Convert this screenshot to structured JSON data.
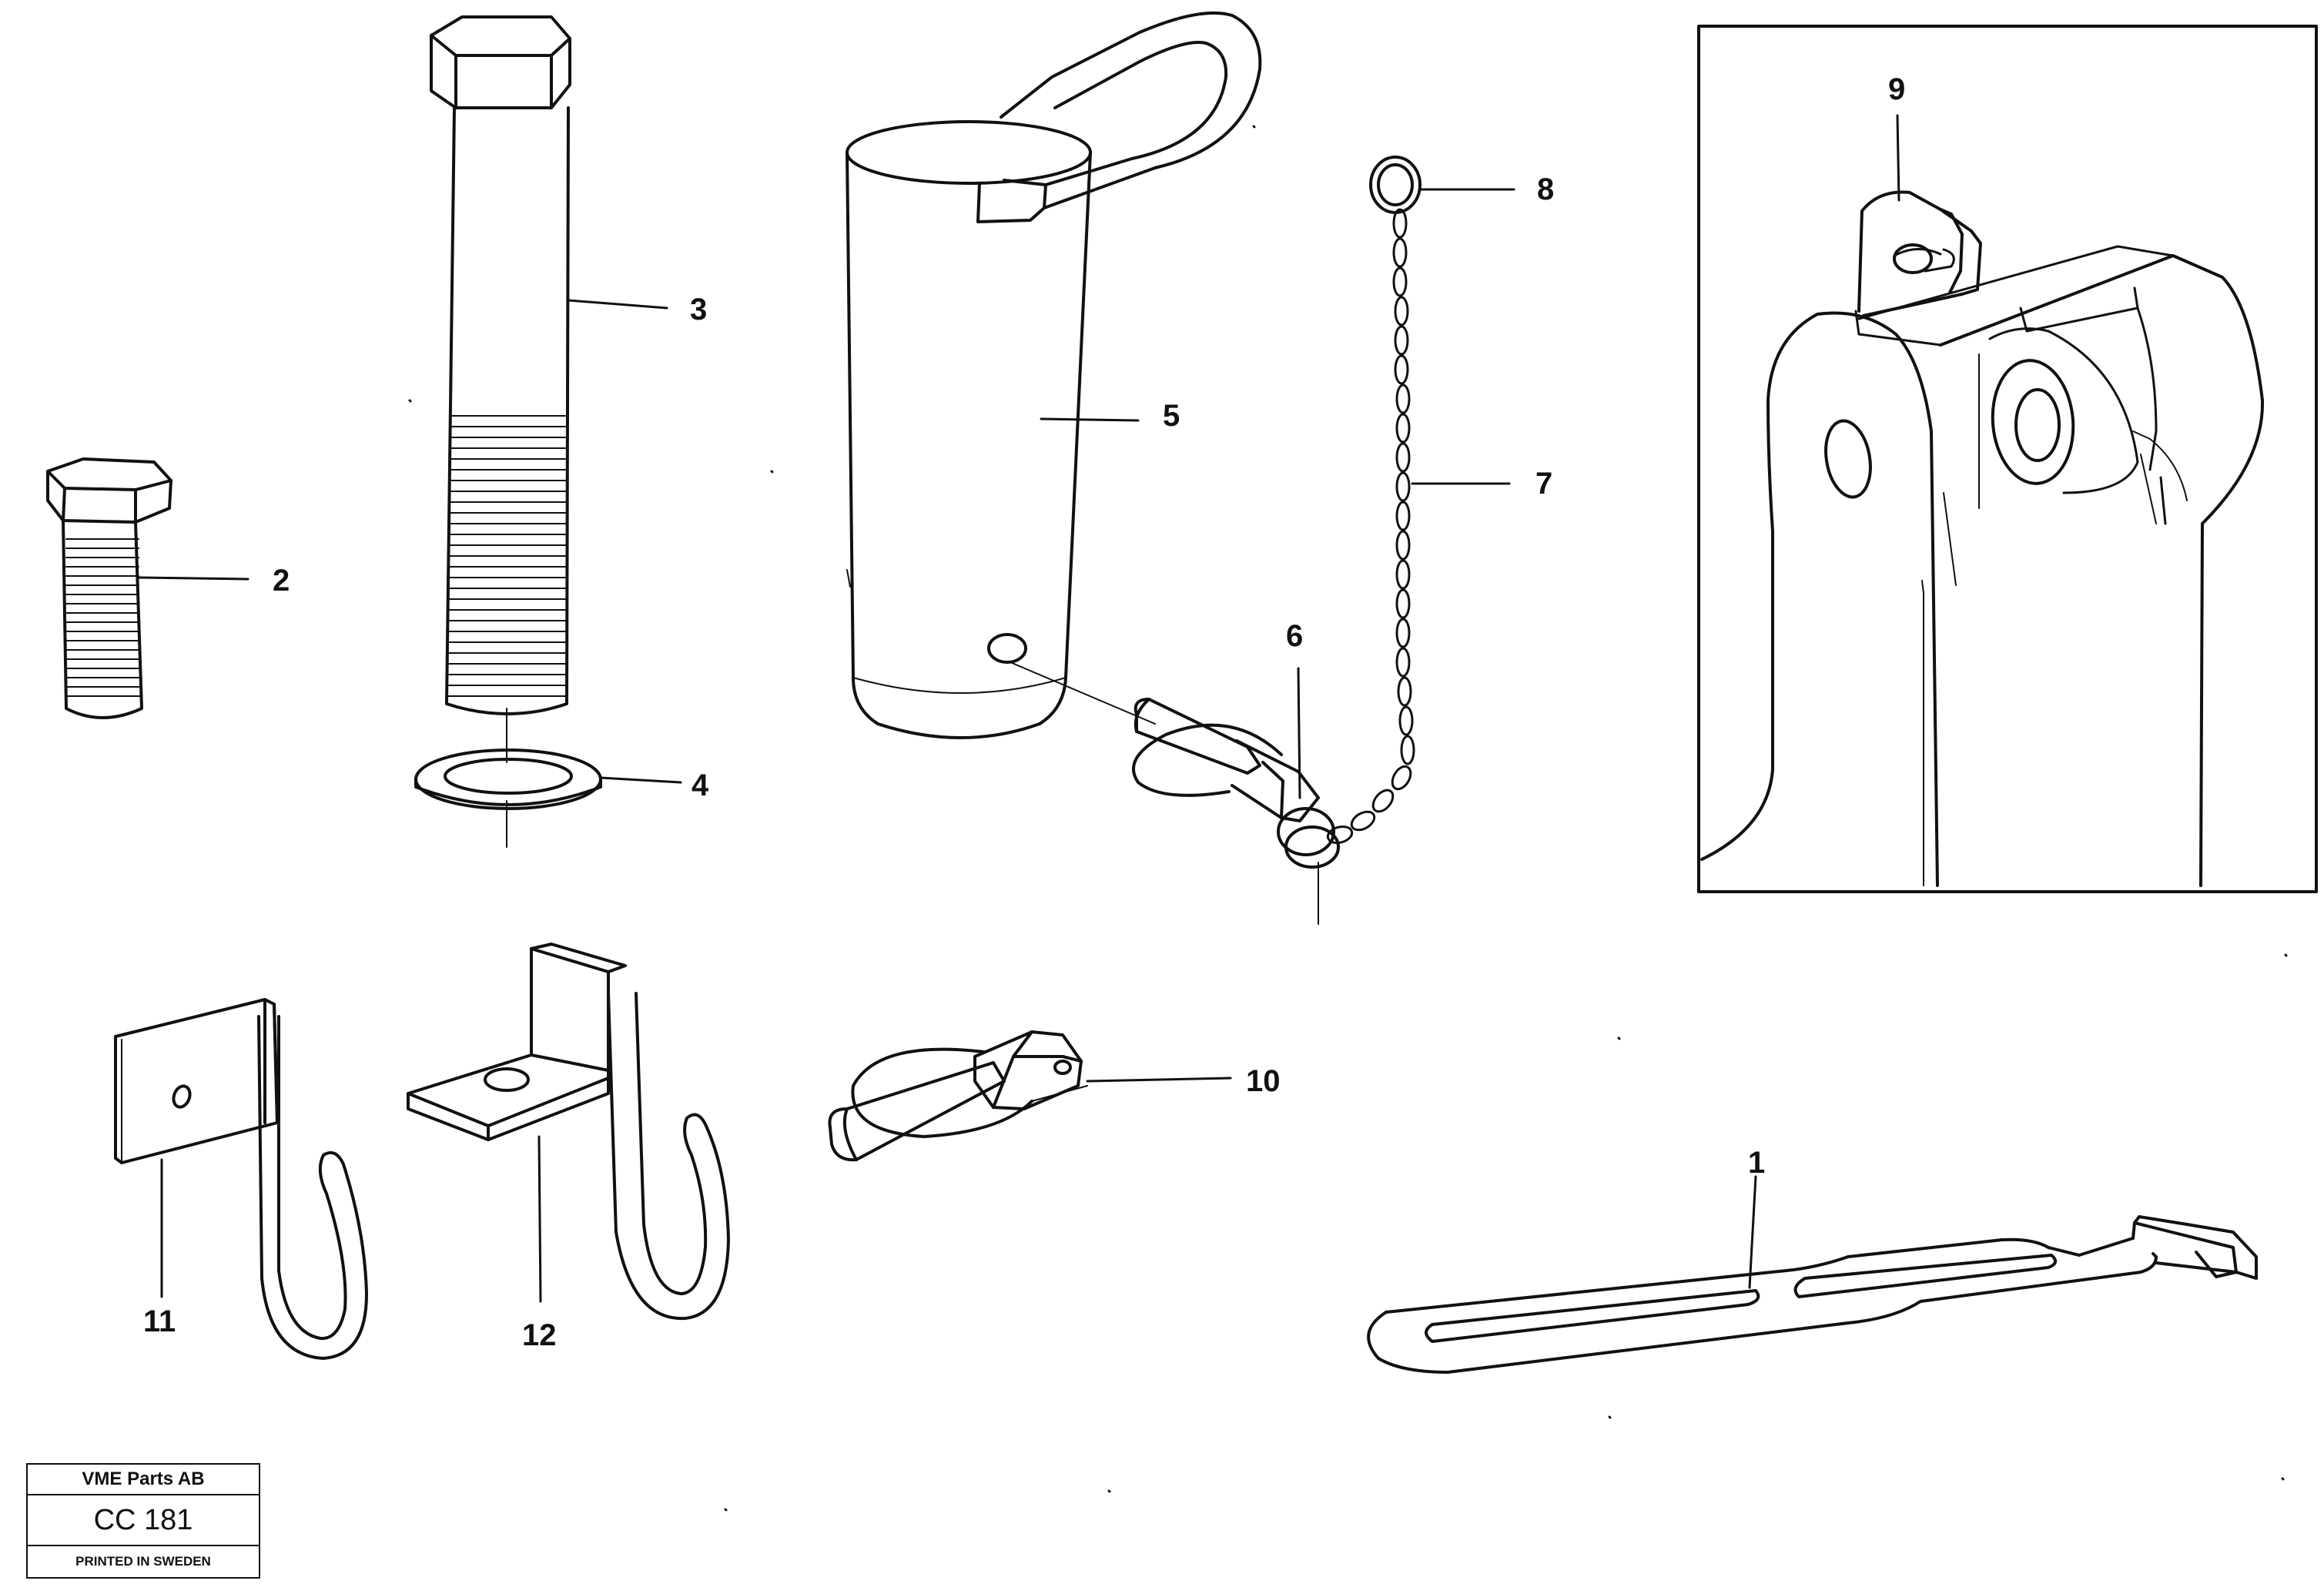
{
  "callouts": {
    "c1": "1",
    "c2": "2",
    "c3": "3",
    "c4": "4",
    "c5": "5",
    "c6": "6",
    "c7": "7",
    "c8": "8",
    "c9": "9",
    "c10": "10",
    "c11": "11",
    "c12": "12"
  },
  "title_block": {
    "company": "VME Parts AB",
    "code": "CC 181",
    "printed": "PRINTED IN SWEDEN"
  }
}
